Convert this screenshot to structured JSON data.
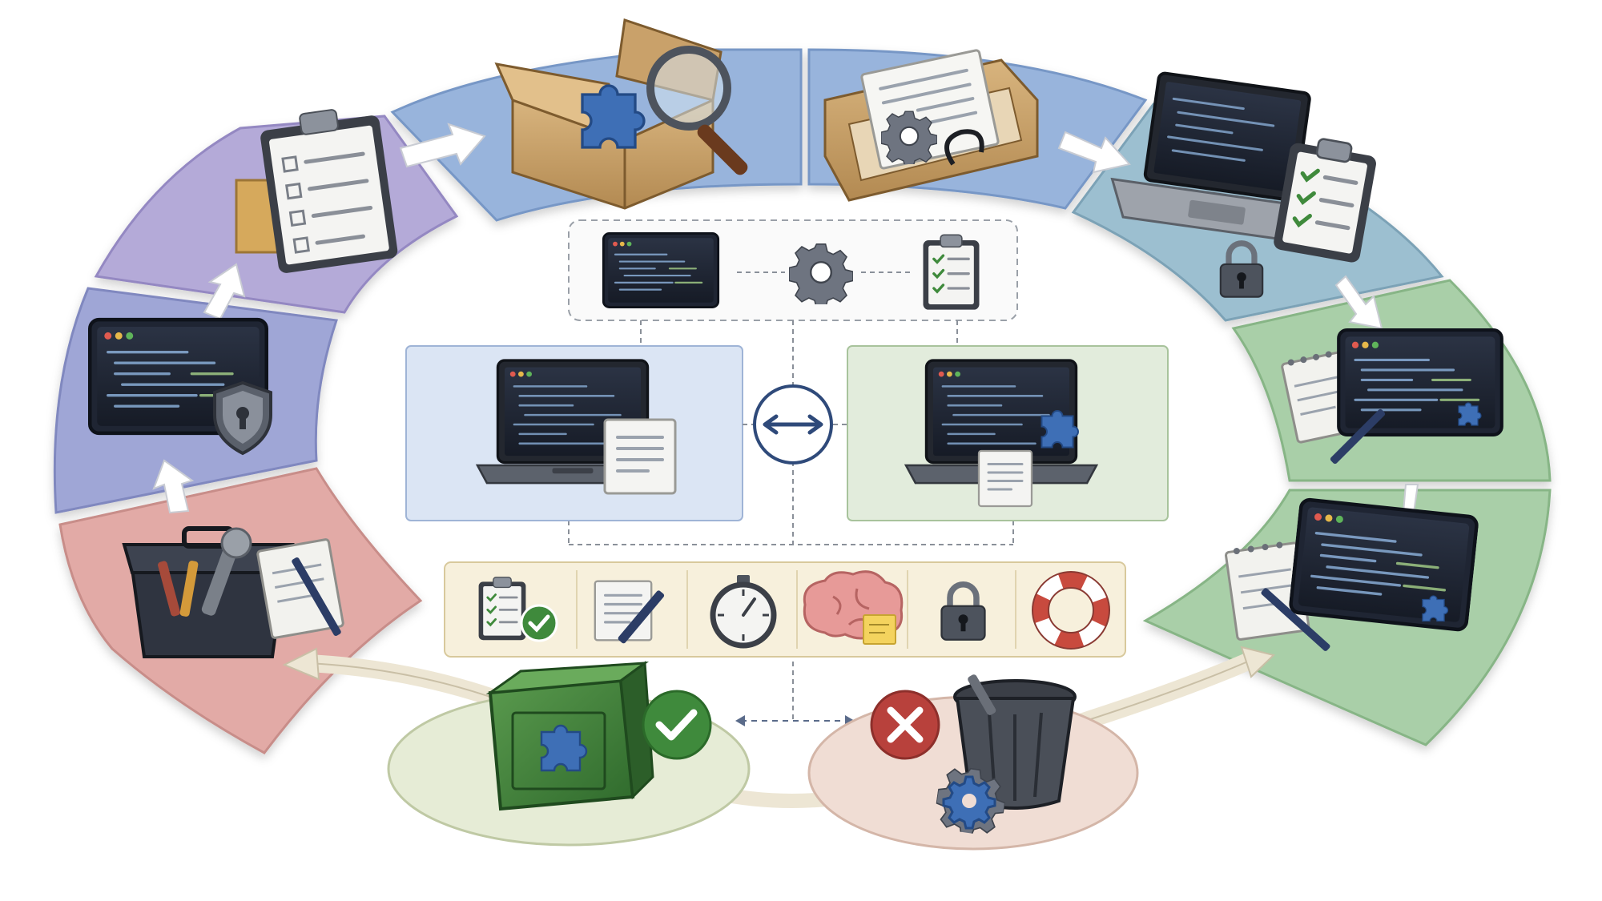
{
  "ring_stages": [
    {
      "id": "toolbox",
      "name": "toolbox-stage",
      "color": "#e2aaa6",
      "icons": [
        "toolbox-icon",
        "notepad-pen-icon"
      ]
    },
    {
      "id": "secure-terminal",
      "name": "secure-terminal-stage",
      "color": "#9fa6d6",
      "icons": [
        "terminal-icon",
        "shield-keyhole-icon"
      ]
    },
    {
      "id": "checklist",
      "name": "checklist-stage",
      "color": "#b4aad8",
      "icons": [
        "clipboard-checklist-icon",
        "folder-icon"
      ]
    },
    {
      "id": "inspect",
      "name": "inspect-package-stage",
      "color": "#98b4dc",
      "icons": [
        "open-box-puzzle-icon",
        "magnifier-icon"
      ]
    },
    {
      "id": "package-docs",
      "name": "package-docs-stage",
      "color": "#98b4dc",
      "icons": [
        "box-document-gear-icon"
      ]
    },
    {
      "id": "verify",
      "name": "verify-stage",
      "color": "#9cbfd0",
      "icons": [
        "laptop-icon",
        "clipboard-check-icon",
        "padlock-icon"
      ]
    },
    {
      "id": "notes-code",
      "name": "notes-code-stage",
      "color": "#a9cfa8",
      "icons": [
        "notepad-icon",
        "terminal-puzzle-icon"
      ]
    },
    {
      "id": "review-code",
      "name": "review-code-stage",
      "color": "#a9cfa8",
      "icons": [
        "notepad-pen-icon",
        "terminal-puzzle-icon"
      ]
    }
  ],
  "center_top_icons": [
    "terminal-icon",
    "gear-icon",
    "clipboard-check-icon"
  ],
  "compare_panels": [
    {
      "name": "laptop-document-panel",
      "color": "#dbe5f4",
      "icons": [
        "laptop-icon",
        "document-icon"
      ]
    },
    {
      "name": "laptop-puzzle-panel",
      "color": "#e2ecdc",
      "icons": [
        "laptop-icon",
        "puzzle-icon",
        "document-icon"
      ]
    }
  ],
  "center_connector": "double-arrow-icon",
  "toolbar_icons": [
    "clipboard-check-icon",
    "document-pen-icon",
    "stopwatch-icon",
    "brain-note-icon",
    "padlock-icon",
    "life-ring-icon"
  ],
  "outcomes": [
    {
      "name": "accept-outcome",
      "color": "#e6ecd6",
      "icons": [
        "safe-puzzle-icon",
        "check-badge-icon"
      ]
    },
    {
      "name": "reject-outcome",
      "color": "#f0ddd4",
      "icons": [
        "reject-badge-icon",
        "trash-can-icon",
        "gear-icon"
      ]
    }
  ],
  "palette": {
    "accent_blue": "#2f4a7a",
    "success_green": "#3f8a3c",
    "danger_red": "#b8413c",
    "toolbar_bg": "#f7f0dc",
    "toolbar_border": "#d8c99c"
  }
}
